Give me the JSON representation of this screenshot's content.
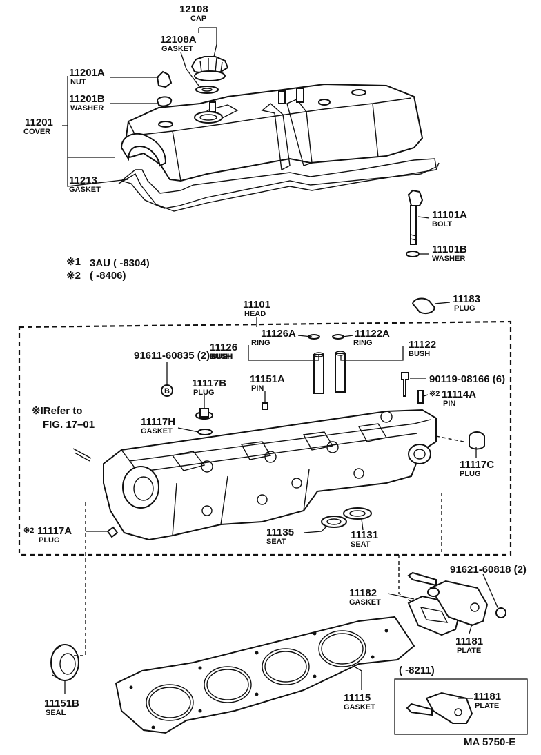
{
  "labels": {
    "p12108": {
      "number": "12108",
      "name": "CAP"
    },
    "p12108A": {
      "number": "12108A",
      "name": "GASKET"
    },
    "p11201A": {
      "number": "11201A",
      "name": "NUT"
    },
    "p11201B": {
      "number": "11201B",
      "name": "WASHER"
    },
    "p11201": {
      "number": "11201",
      "name": "COVER"
    },
    "p11213": {
      "number": "11213",
      "name": "GASKET"
    },
    "p11101A": {
      "number": "11101A",
      "name": "BOLT"
    },
    "p11101B": {
      "number": "11101B",
      "name": "WASHER"
    },
    "p11183": {
      "number": "11183",
      "name": "PLUG"
    },
    "p11101": {
      "number": "11101",
      "name": "HEAD"
    },
    "p11126A": {
      "number": "11126A",
      "name": "RING"
    },
    "p11122A": {
      "number": "11122A",
      "name": "RING"
    },
    "p11126": {
      "number": "11126",
      "name": "BUSH"
    },
    "p11122": {
      "number": "11122",
      "name": "BUSH"
    },
    "p91611": {
      "number": "91611-60835 (2)",
      "name": "BUSH"
    },
    "p11117B": {
      "number": "11117B",
      "name": "PLUG"
    },
    "p11151A": {
      "number": "11151A",
      "name": "PIN"
    },
    "p90119": {
      "number": "90119-08166 (6)"
    },
    "p11114A": {
      "number": "11114A",
      "name": "PIN",
      "mark": "※2"
    },
    "p11117H": {
      "number": "11117H",
      "name": "GASKET"
    },
    "p11117C": {
      "number": "11117C",
      "name": "PLUG"
    },
    "p11117A": {
      "number": "11117A",
      "name": "PLUG",
      "mark": "※2"
    },
    "p11135": {
      "number": "11135",
      "name": "SEAT"
    },
    "p11131": {
      "number": "11131",
      "name": "SEAT"
    },
    "p91621": {
      "number": "91621-60818 (2)"
    },
    "p11182": {
      "number": "11182",
      "name": "GASKET"
    },
    "p11181": {
      "number": "11181",
      "name": "PLATE"
    },
    "p11181b": {
      "number": "11181",
      "name": "PLATE"
    },
    "p11151B": {
      "number": "11151B",
      "name": "SEAL"
    },
    "p11115": {
      "number": "11115",
      "name": "GASKET"
    }
  },
  "notes": {
    "n1_mark": "※1",
    "n1_text": "3AU (        -8304)",
    "n2_mark": "※2",
    "n2_text": "(        -8406)",
    "refer_line1": "※IRefer to",
    "refer_line2": "FIG. 17–01",
    "inset_range": "(        -8211)",
    "b_mark": "B"
  },
  "footer": {
    "code": "MA 5750-E"
  }
}
